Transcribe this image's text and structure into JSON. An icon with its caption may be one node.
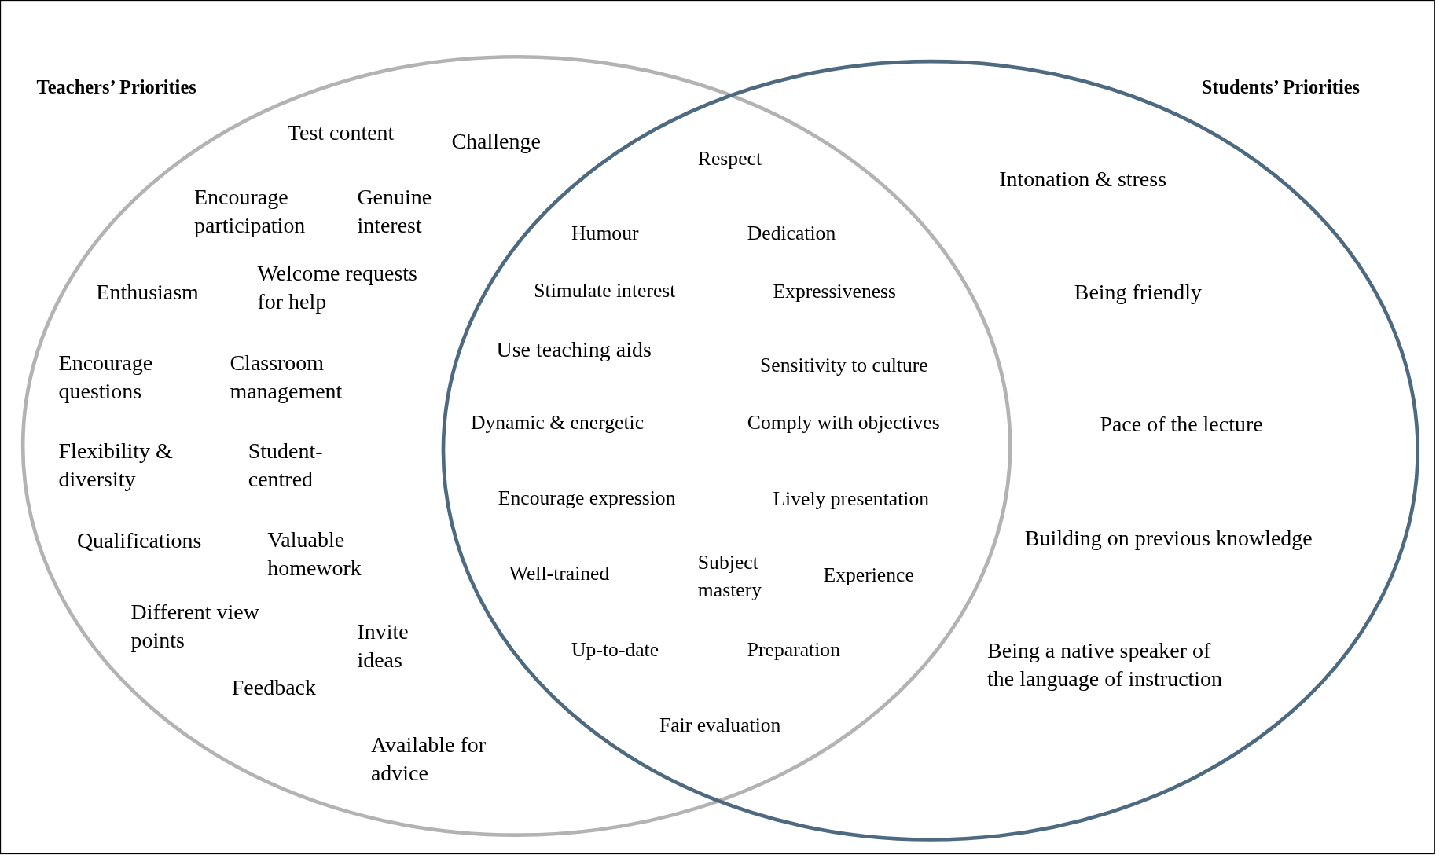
{
  "diagram": {
    "nodes": [
      {
        "text": [
          "Teachers’ Priorities",
          "Test content",
          "Challenge",
          "Encourage participation",
          "Genuine interest",
          "Enthusiasm",
          "Welcome requests for help",
          "Encourage questions",
          "Classroom management",
          "Flexibility & diversity",
          "Student-centred",
          "Qualifications",
          "Valuable homework",
          "Different view points",
          "Invite ideas",
          "Feedback",
          "Available for advice"
        ]
      },
      {
        "text": [
          "Students’ Priorities",
          "Intonation & stress",
          "Being friendly",
          "Pace of the lecture",
          "Building on previous knowledge",
          "Being a native speaker of the language of instruction"
        ]
      }
    ],
    "labels": [
      "Respect",
      "Humour",
      "Dedication",
      "Stimulate interest",
      "Expressiveness",
      "Use teaching aids",
      "Sensitivity to culture",
      "Dynamic & energetic",
      "Comply with objectives",
      "Encourage expression",
      "Lively presentation",
      "Well-trained",
      "Subject mastery",
      "Experience",
      "Up-to-date",
      "Preparation",
      "Fair evaluation"
    ]
  }
}
